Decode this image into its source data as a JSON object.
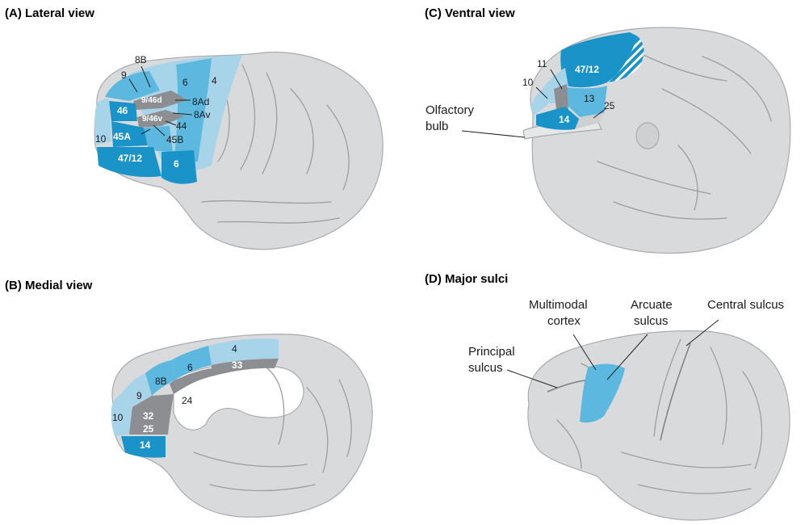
{
  "panels": {
    "a": {
      "title": "(A)  Lateral view",
      "labels": {
        "l8b": "8B",
        "l9": "9",
        "l6top": "6",
        "l4": "4",
        "l946d": "9/46d",
        "l8ad": "8Ad",
        "l46": "46",
        "l946v": "9/46v",
        "l8av": "8Av",
        "l44": "44",
        "l10": "10",
        "l45a": "45A",
        "l45b": "45B",
        "l4712": "47/12",
        "l6bot": "6"
      }
    },
    "b": {
      "title": "(B)  Medial view",
      "labels": {
        "l4": "4",
        "l6": "6",
        "l33": "33",
        "l8b": "8B",
        "l9": "9",
        "l24": "24",
        "l10": "10",
        "l32": "32",
        "l25": "25",
        "l14": "14"
      }
    },
    "c": {
      "title": "(C)  Ventral view",
      "labels": {
        "l11": "11",
        "l4712": "47/12",
        "l10": "10",
        "l13": "13",
        "l25": "25",
        "l14": "14",
        "olf1": "Olfactory",
        "olf2": "bulb"
      }
    },
    "d": {
      "title": "(D)  Major sulci",
      "labels": {
        "multi1": "Multimodal",
        "multi2": "cortex",
        "arc1": "Arcuate",
        "arc2": "sulcus",
        "central": "Central sulcus",
        "prin1": "Principal",
        "prin2": "sulcus"
      }
    }
  },
  "colors": {
    "dark_blue": "#1a93c8",
    "mid_blue": "#5cb8de",
    "light_blue": "#a8d4ea",
    "gray_area": "#8c8e91",
    "brain": "#d9dadc"
  }
}
